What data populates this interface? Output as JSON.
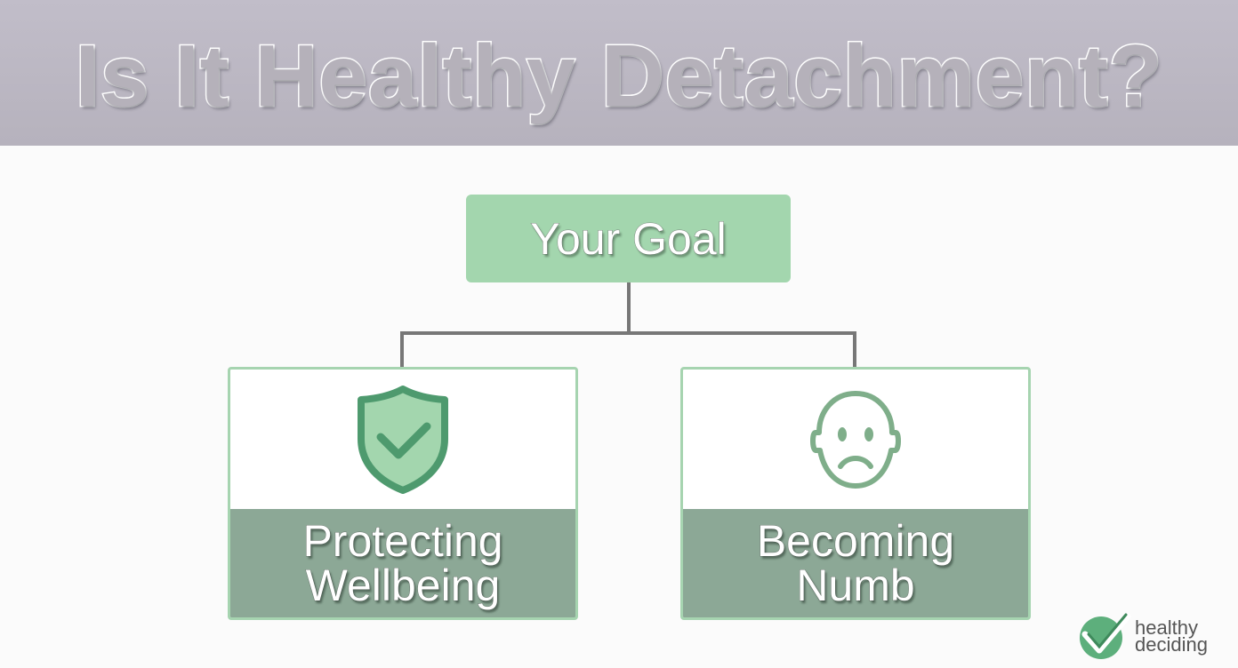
{
  "header": {
    "title": "Is It Healthy Detachment?"
  },
  "diagram": {
    "root": {
      "label": "Your Goal"
    },
    "branches": [
      {
        "icon": "shield-check-icon",
        "line1": "Protecting",
        "line2": "Wellbeing"
      },
      {
        "icon": "sad-face-icon",
        "line1": "Becoming",
        "line2": "Numb"
      }
    ]
  },
  "logo": {
    "line1": "healthy",
    "line2": "deciding"
  },
  "colors": {
    "header_bg": "#bcb8c3",
    "goal_bg": "#a3d6ae",
    "card_border": "#a6d4b0",
    "label_bg": "#8ca896",
    "icon_green": "#4e9a6e",
    "connector": "#777777"
  }
}
